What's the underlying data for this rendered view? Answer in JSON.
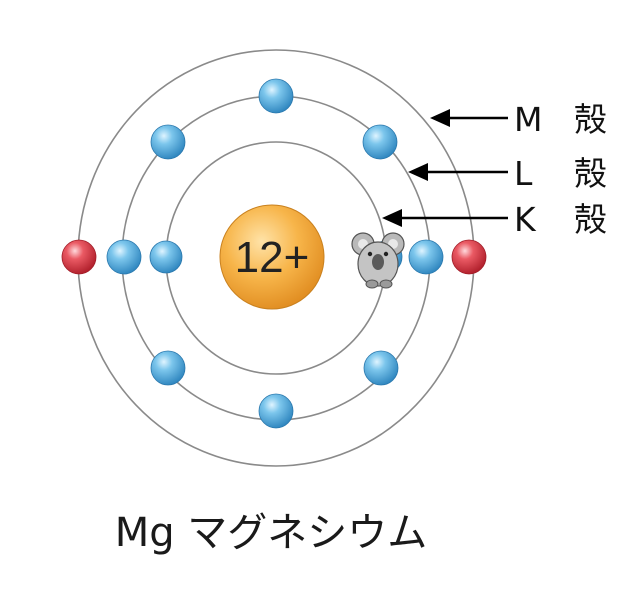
{
  "nucleus": {
    "label": "12+"
  },
  "shells": [
    {
      "letter": "K",
      "char": "殻"
    },
    {
      "letter": "L",
      "char": "殻"
    },
    {
      "letter": "M",
      "char": "殻"
    }
  ],
  "caption": "Mg マグネシウム",
  "colors": {
    "orbit_line": "#8a8a8a",
    "inner_electron": "#4aa6d9",
    "valence_electron": "#d8343f",
    "nucleus": "#f2a93a",
    "arrow": "#000000"
  },
  "mascot_icon": "koala-icon"
}
